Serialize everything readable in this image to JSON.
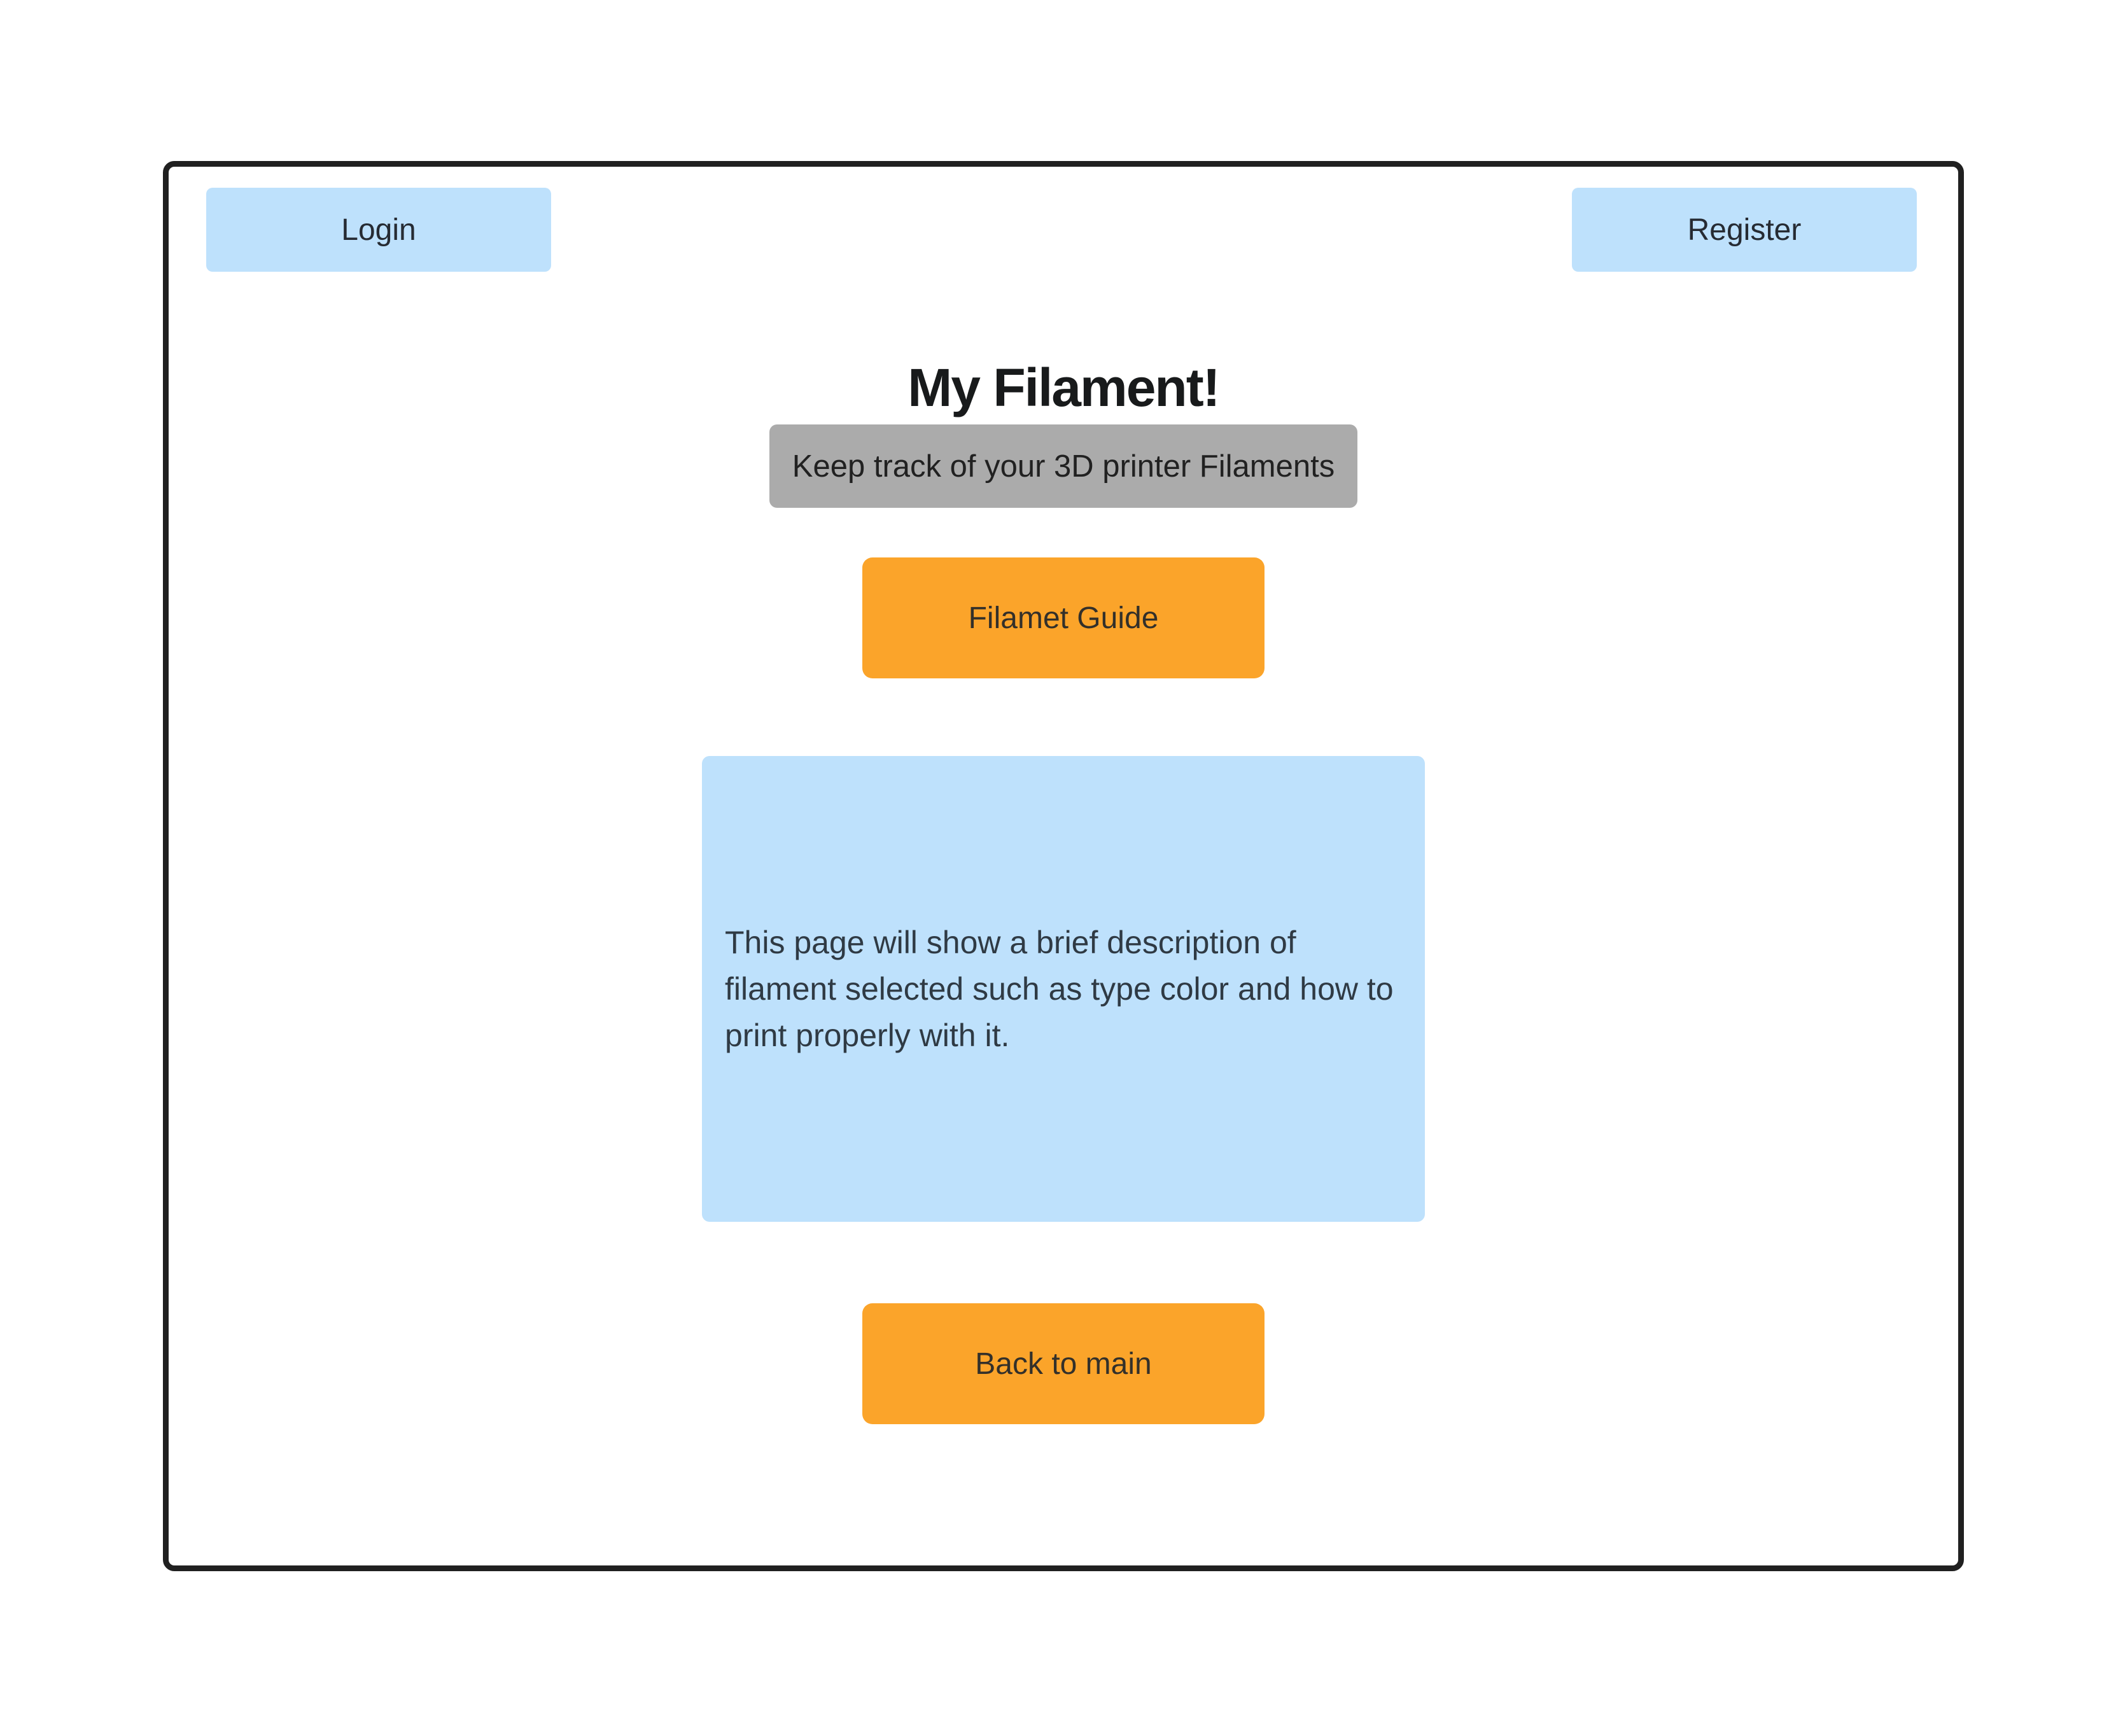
{
  "header": {
    "login_label": "Login",
    "register_label": "Register"
  },
  "main": {
    "title": "My Filament!",
    "subtitle": "Keep track of your 3D printer Filaments",
    "guide_button_label": "Filamet Guide",
    "description": "This page will show a brief description of filament selected such as type color and how to print properly with it.",
    "back_button_label": "Back to main"
  },
  "colors": {
    "accent_blue": "#BEE1FC",
    "accent_orange": "#FBA42A",
    "subtitle_gray": "#ABABAB",
    "frame_border": "#202020"
  }
}
